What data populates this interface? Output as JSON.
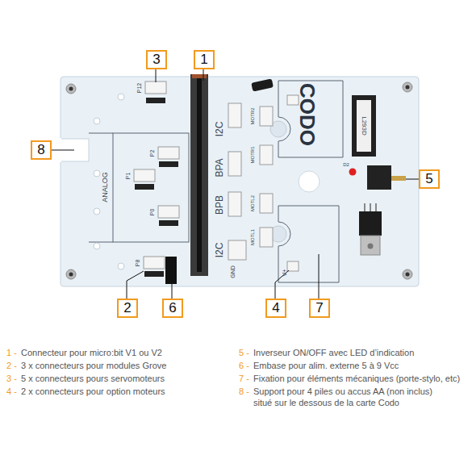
{
  "diagram": {
    "nodes": [
      {
        "text": [
          "3"
        ]
      },
      {
        "text": [
          "1"
        ]
      },
      {
        "text": [
          "8"
        ]
      },
      {
        "text": [
          "5"
        ]
      },
      {
        "text": [
          "2"
        ]
      },
      {
        "text": [
          "6"
        ]
      },
      {
        "text": [
          "4"
        ]
      },
      {
        "text": [
          "7"
        ]
      }
    ],
    "labels": [
      "P12",
      "P2",
      "P1",
      "P0",
      "P8",
      "ANALOG",
      "I2C",
      "BPA",
      "BPB",
      "I2C",
      "GND",
      "V+",
      "CODO",
      "MOTR2",
      "MOTR1",
      "MOTL2",
      "MOTL1",
      "L293D",
      "D2",
      "1 -",
      "Connecteur pour micro:bit V1 ou V2",
      "2 -",
      "3 x connecteurs pour modules Grove",
      "3 -",
      "5 x connecteurs pours servomoteurs",
      "4 -",
      "2 x connecteurs pour option moteurs",
      "5 -",
      "Inverseur ON/OFF avec LED d’indication",
      "6 -",
      "Embase pour alim. externe 5 à 9 Vcc",
      "7 -",
      "Fixation pour éléments mécaniques (porte-stylo, etc)",
      "8 -",
      "Support pour 4 piles ou accus AA (non inclus) situé sur le dessous de la carte Codo"
    ]
  }
}
